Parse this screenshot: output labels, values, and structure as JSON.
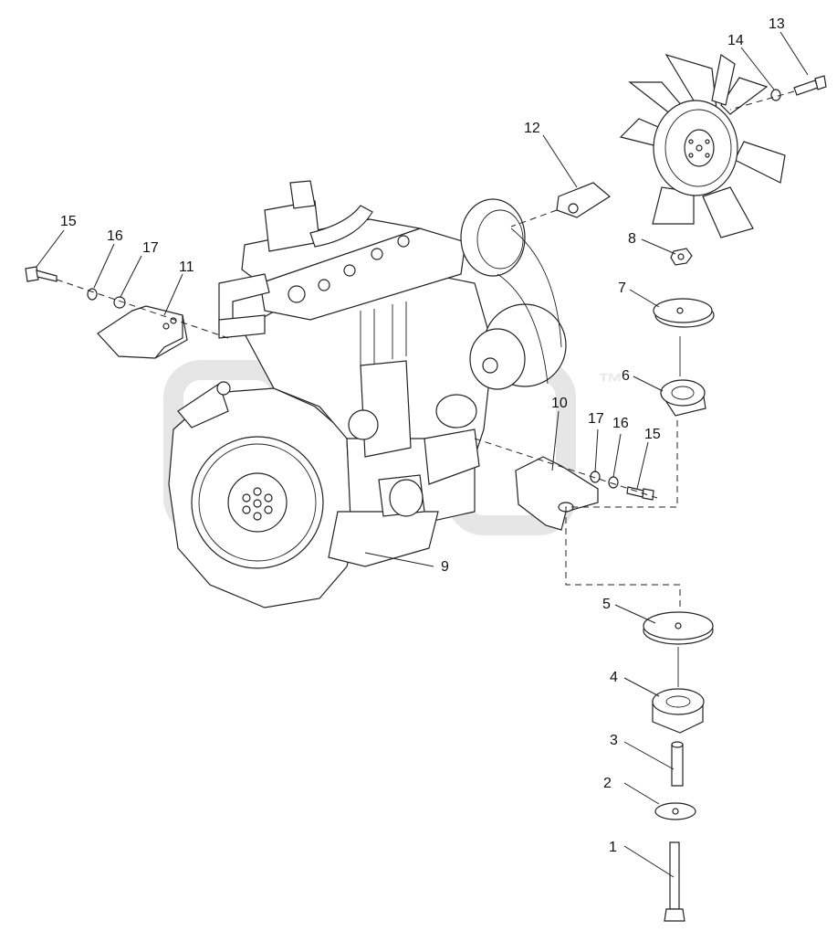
{
  "callouts": [
    "1",
    "2",
    "3",
    "4",
    "5",
    "6",
    "7",
    "8",
    "9",
    "10",
    "11",
    "12",
    "13",
    "14",
    "15",
    "16",
    "17",
    "15",
    "16",
    "17"
  ],
  "watermark": {
    "tm": "™"
  },
  "colors": {
    "line": "#222222",
    "watermark": "#d8d8d8",
    "fill": "#ffffff"
  }
}
